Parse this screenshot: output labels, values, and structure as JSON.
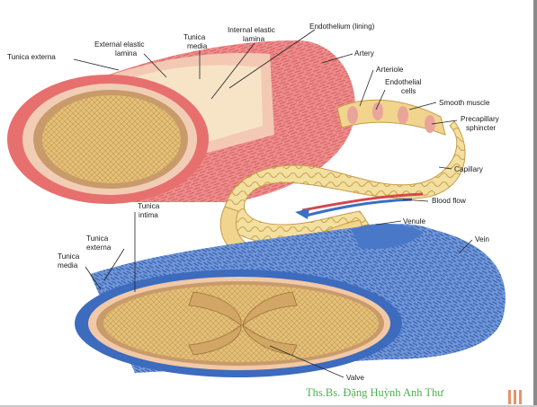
{
  "labels": {
    "tunica_externa_top": "Tunica externa",
    "external_elastic_lamina": [
      "External elastic",
      "lamina"
    ],
    "tunica_media_top": [
      "Tunica",
      "media"
    ],
    "internal_elastic_lamina": [
      "Internal elastic",
      "lamina"
    ],
    "endothelium": "Endothelium (lining)",
    "artery": "Artery",
    "arteriole": "Arteriole",
    "endothelial_cells": [
      "Endothelial",
      "cells"
    ],
    "smooth_muscle": "Smooth muscle",
    "precapillary_sphincter": [
      "Precapillary",
      "sphincter"
    ],
    "capillary": "Capillary",
    "blood_flow": "Blood flow",
    "venule": "Venule",
    "vein": "Vein",
    "tunica_intima": [
      "Tunica",
      "intima"
    ],
    "tunica_externa_bottom": [
      "Tunica",
      "externa"
    ],
    "tunica_media_bottom": [
      "Tunica",
      "media"
    ],
    "valve": "Valve"
  },
  "credit": "Ths.Bs. Đặng Huỳnh Anh Thư",
  "colors": {
    "artery": "#e97f7f",
    "artery_light": "#f6b9b0",
    "lumen": "#e2bd72",
    "lumen_dark": "#c99a4e",
    "vein": "#4a78c9",
    "vein_light": "#8fb0e6",
    "capillary": "#f0d98a",
    "credit": "#4caf50",
    "flow_arrow": "#3a6fc4"
  }
}
